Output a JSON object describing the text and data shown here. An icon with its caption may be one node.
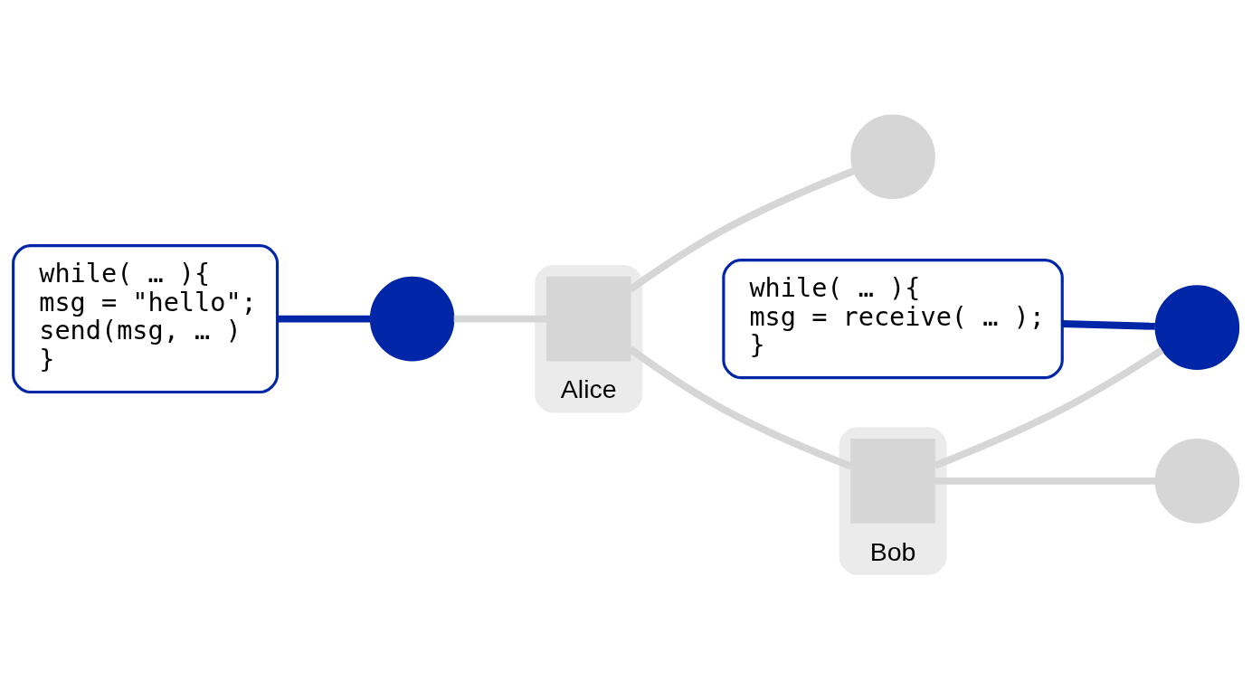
{
  "diagram": {
    "nodes": [
      {
        "text": [
          "while( … ){",
          "msg = \"hello\";",
          "send(msg, … )",
          "}"
        ]
      },
      {
        "text": [
          "while( … ){",
          "msg = receive( … );",
          "}"
        ]
      },
      {
        "text": [],
        "shape": "circle"
      },
      {
        "text": [],
        "shape": "ellipse",
        "beside": [
          "Alice"
        ]
      },
      {
        "text": [],
        "shape": "box",
        "in": 3
      },
      {
        "text": [],
        "shape": "circle"
      },
      {
        "text": [],
        "shape": "ellipse",
        "beside": [
          "Bob"
        ]
      },
      {
        "text": [],
        "shape": "box",
        "in": 6
      },
      {
        "text": [],
        "shape": "circle"
      },
      {
        "text": [],
        "shape": "circle"
      }
    ],
    "edges": [
      {
        "from": 0,
        "to": 2,
        "arrow": "none",
        "color": "#0026a8"
      },
      {
        "from": 1,
        "to": 8,
        "arrow": "none",
        "color": "#0026a8"
      },
      {
        "from": 2,
        "to": 4,
        "arrow": "none"
      },
      {
        "from": 4,
        "to": 5,
        "arrow": "none"
      },
      {
        "from": 4,
        "to": 7,
        "arrow": "none"
      },
      {
        "from": 7,
        "to": 8,
        "arrow": "none"
      },
      {
        "from": 7,
        "to": 9,
        "arrow": "none"
      }
    ]
  }
}
